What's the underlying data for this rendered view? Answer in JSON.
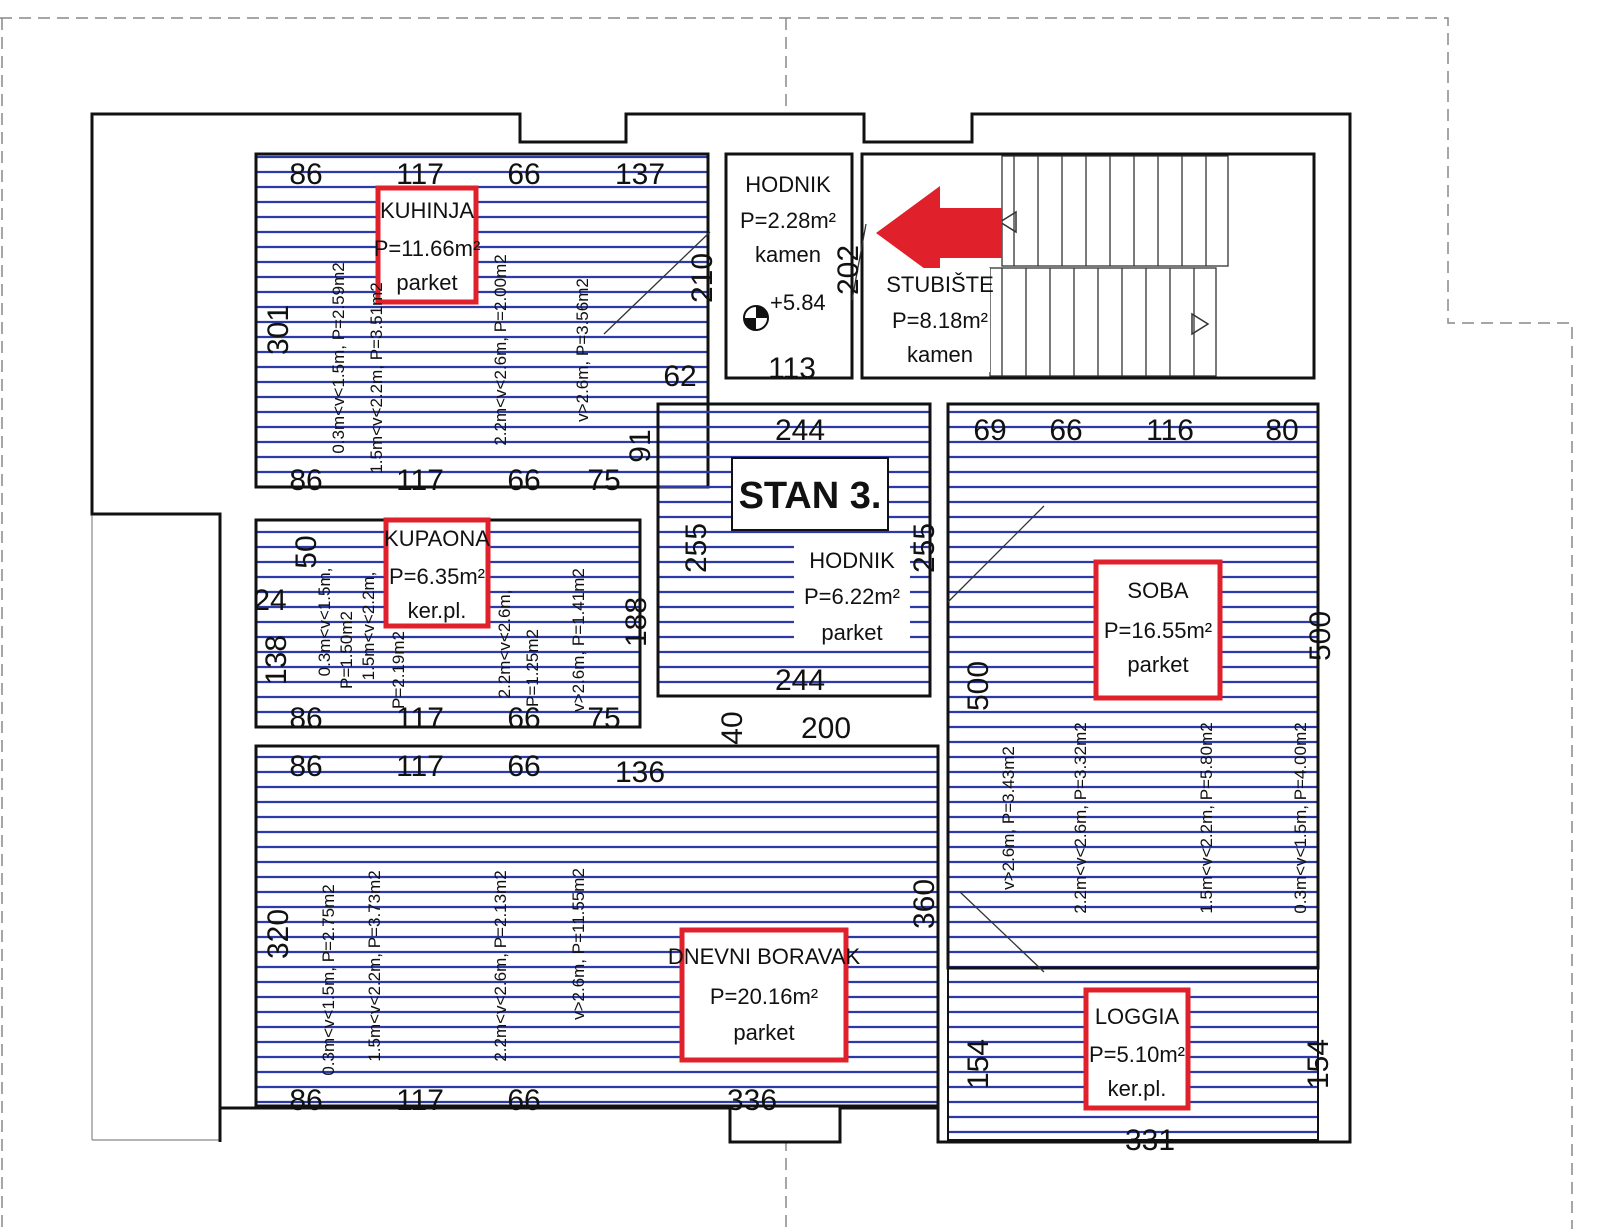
{
  "apartment": {
    "title": "STAN 3."
  },
  "colors": {
    "hatch": "#2b3aa8",
    "highlight": "#e0202a",
    "wall": "#111111",
    "dashed": "#888888",
    "arrow": "#e0202a"
  },
  "level": {
    "label": "+5.84"
  },
  "rooms": {
    "kuhinja": {
      "name": "KUHINJA",
      "area": "P=11.66m²",
      "floor": "parket"
    },
    "hodnik_top": {
      "name": "HODNIK",
      "area": "P=2.28m²",
      "floor": "kamen"
    },
    "stubiste": {
      "name": "STUBIŠTE",
      "area": "P=8.18m²",
      "floor": "kamen"
    },
    "kupaona": {
      "name": "KUPAONA",
      "area": "P=6.35m²",
      "floor": "ker.pl."
    },
    "hodnik": {
      "name": "HODNIK",
      "area": "P=6.22m²",
      "floor": "parket"
    },
    "soba": {
      "name": "SOBA",
      "area": "P=16.55m²",
      "floor": "parket"
    },
    "dnevni": {
      "name": "DNEVNI BORAVAK",
      "area": "P=20.16m²",
      "floor": "parket"
    },
    "loggia": {
      "name": "LOGGIA",
      "area": "P=5.10m²",
      "floor": "ker.pl."
    }
  },
  "dims": {
    "k_top_1": "86",
    "k_top_2": "117",
    "k_top_3": "66",
    "k_top_4": "137",
    "k_bot_1": "86",
    "k_bot_2": "117",
    "k_bot_3": "66",
    "k_bot_4": "75",
    "k_side": "301",
    "k_91": "91",
    "k_62": "62",
    "h_210": "210",
    "h_202": "202",
    "h_113": "113",
    "c_244_top": "244",
    "c_255_l": "255",
    "c_255_r": "255",
    "c_244_bot": "244",
    "c_200": "200",
    "c_40": "40",
    "c_188": "188",
    "s_69": "69",
    "s_66": "66",
    "s_116": "116",
    "s_80": "80",
    "s_500_r": "500",
    "s_500_l": "500",
    "b_50": "50",
    "b_24": "24",
    "b_138": "138",
    "b_86": "86",
    "b_117": "117",
    "b_66": "66",
    "b_75": "75",
    "d_top_1": "86",
    "d_top_2": "117",
    "d_top_3": "66",
    "d_top_4": "136",
    "d_bot_1": "86",
    "d_bot_2": "117",
    "d_bot_3": "66",
    "d_bot_4": "336",
    "d_320": "320",
    "d_360": "360",
    "l_154_l": "154",
    "l_154_r": "154",
    "l_331": "331"
  },
  "heights": {
    "k1": "0.3m<v<1.5m,  P=2.59m2",
    "k2": "1.5m<v<2.2m,  P=3.51m2",
    "k3": "2.2m<v<2.6m,  P=2.00m2",
    "k4": "v>2.6m,  P=3.56m2",
    "b1": "0.3m<v<1.5m,",
    "b1a": "P=1.50m2",
    "b2": "1.5m<v<2.2m,",
    "b2a": "P=2.19m2",
    "b3": "2.2m<v<2.6m,",
    "b3a": "P=1.25m2",
    "b4": "v>2.6m,  P=1.41m2",
    "d1": "0.3m<v<1.5m,  P=2.75m2",
    "d2": "1.5m<v<2.2m,  P=3.73m2",
    "d3": "2.2m<v<2.6m,  P=2.13m2",
    "d4": "v>2.6m,  P=11.55m2",
    "s1": "v>2.6m,  P=3.43m2",
    "s2": "2.2m<v<2.6m,  P=3.32m2",
    "s3": "1.5m<v<2.2m,  P=5.80m2",
    "s4": "0.3m<v<1.5m,  P=4.00m2"
  }
}
